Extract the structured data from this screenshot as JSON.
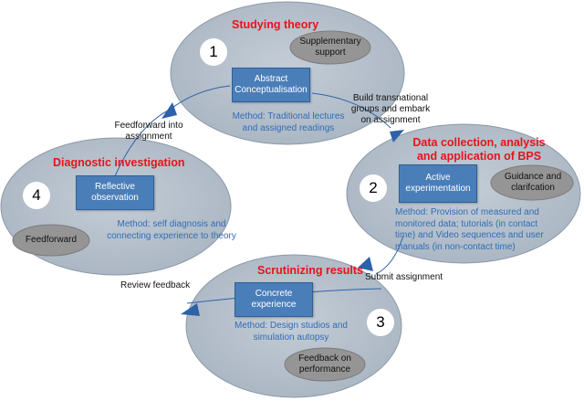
{
  "colors": {
    "ellipse": "#b2bdc9",
    "support_oval": "#959595",
    "box": "#4a7eb9",
    "title": "#e8131b",
    "method": "#2f6db5",
    "arrow": "#2d62a8"
  },
  "stages": [
    {
      "number": "1",
      "title": "Studying theory",
      "box": "Abstract Conceptualisation",
      "method": "Method: Traditional lectures and assigned readings",
      "support": "Supplementary support"
    },
    {
      "number": "2",
      "title": "Data collection, analysis and application of BPS",
      "box": "Active experimentation",
      "method": "Method: Provision of measured and monitored data; tutorials (in contact time) and Video sequences and user manuals (in non-contact time)",
      "support": "Guidance and clarifcation"
    },
    {
      "number": "3",
      "title": "Scrutinizing results",
      "box": "Concrete experience",
      "method": "Method: Design studios and simulation autopsy",
      "support": "Feedback on performance"
    },
    {
      "number": "4",
      "title": "Diagnostic investigation",
      "box": "Reflective observation",
      "method": "Method: self diagnosis and connecting experience to theory",
      "support": "Feedforward"
    }
  ],
  "transitions": [
    "Build transnational groups and embark on assignment",
    "Submit assignment",
    "Review feedback",
    "Feedforward into assignment"
  ]
}
